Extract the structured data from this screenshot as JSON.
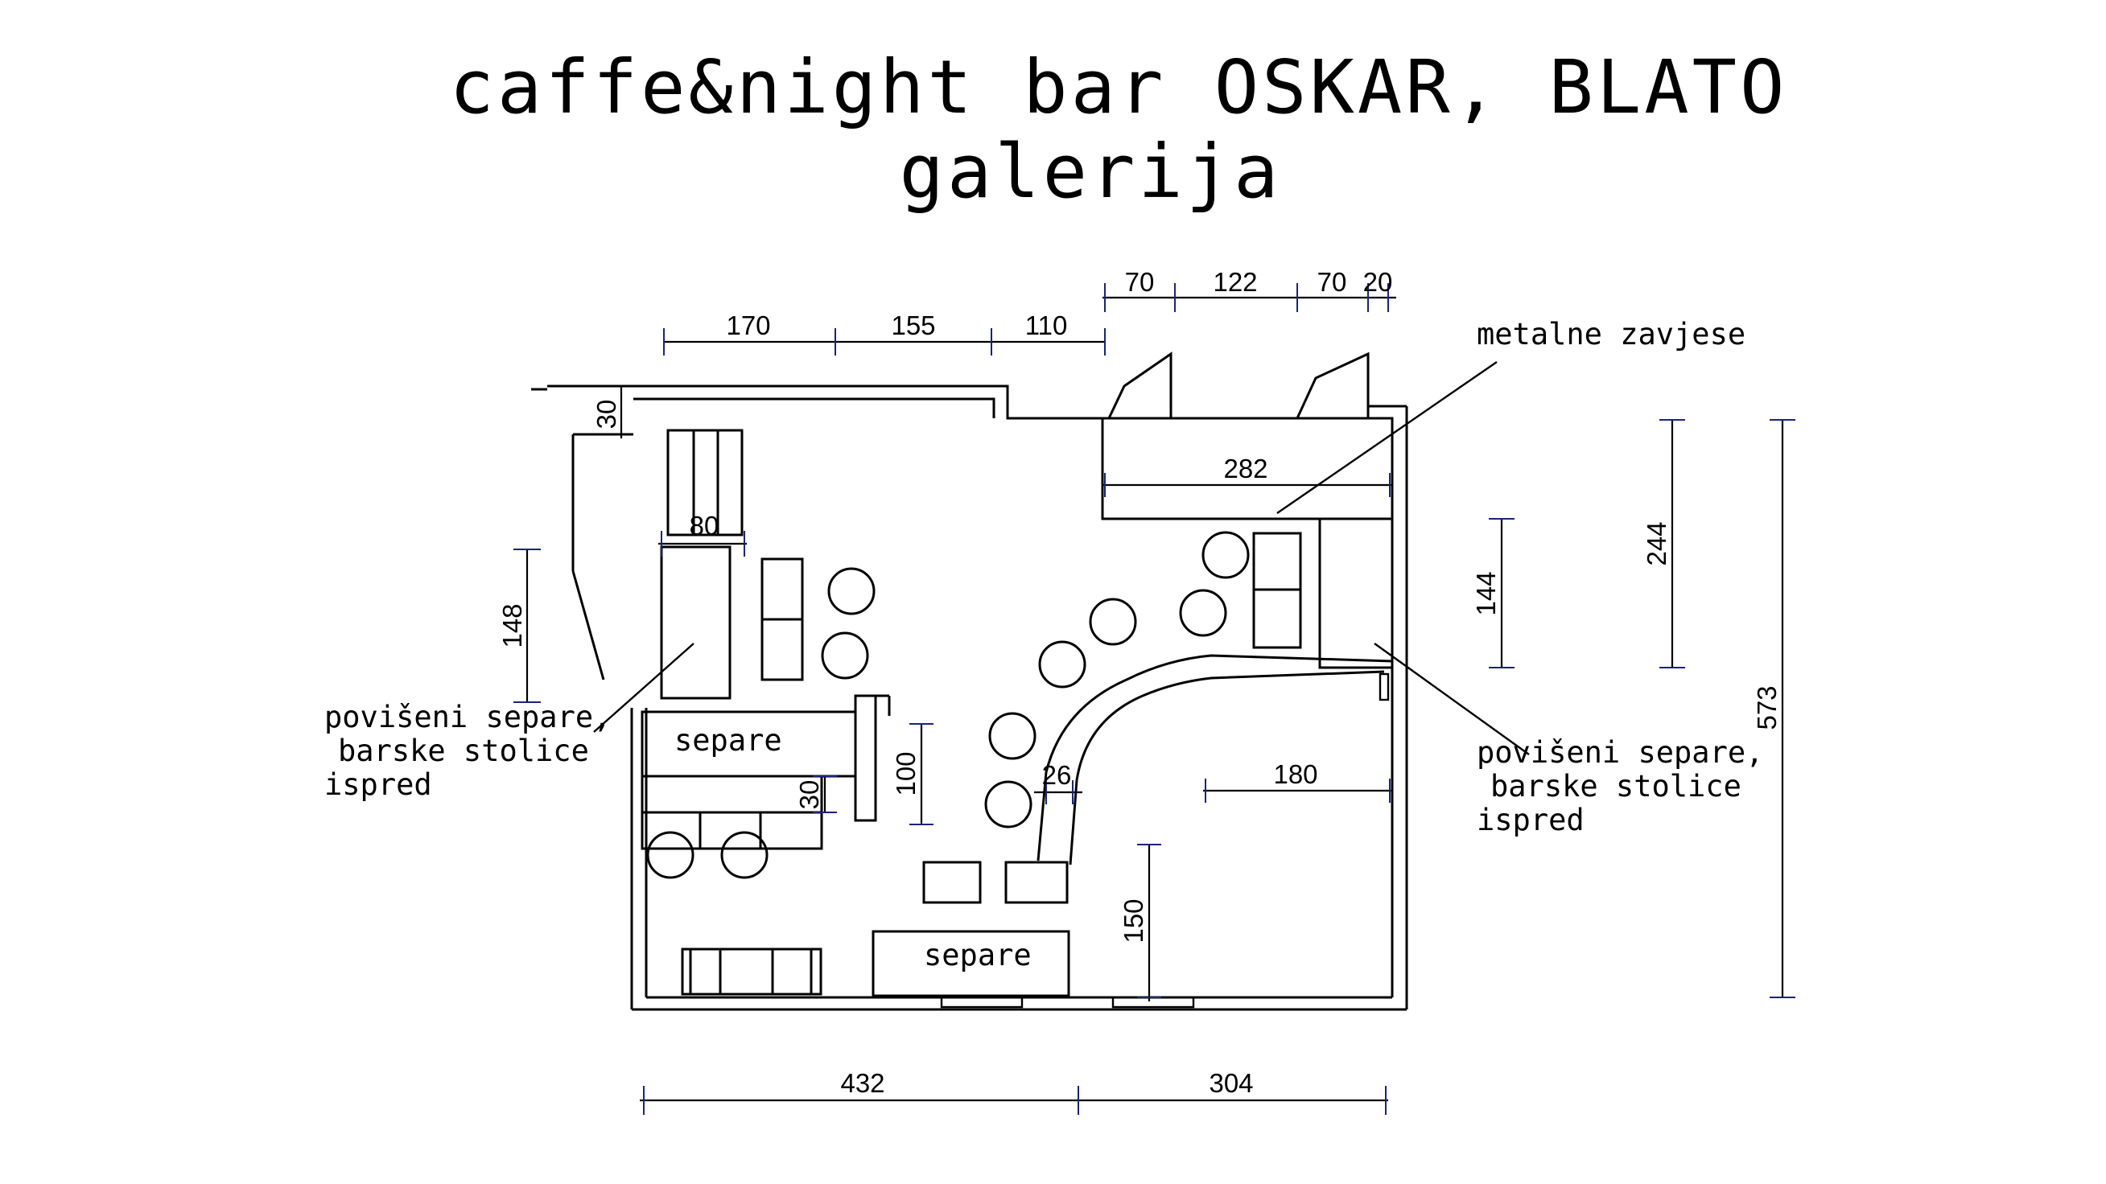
{
  "title": {
    "line1": "caffe&night bar OSKAR, BLATO",
    "line2": "galerija"
  },
  "dimensions": {
    "top_170": "170",
    "top_155": "155",
    "top_110": "110",
    "top_70a": "70",
    "top_122": "122",
    "top_70b": "70",
    "top_20": "20",
    "d_30_top": "30",
    "d_80": "80",
    "d_148": "148",
    "d_282": "282",
    "d_144": "144",
    "d_244": "244",
    "d_573": "573",
    "d_100": "100",
    "d_30_mid": "30",
    "d_26": "26",
    "d_180": "180",
    "d_150": "150",
    "bottom_432": "432",
    "bottom_304": "304"
  },
  "labels": {
    "separe_1": "separe",
    "separe_2": "separe",
    "metal_curtains": "metalne zavjese",
    "left_note": [
      "povišeni separe,",
      "barske stolice",
      "ispred"
    ],
    "right_note": [
      "povišeni separe,",
      "barske stolice",
      "ispred"
    ]
  },
  "colors": {
    "line": "#000000",
    "dimension_tick": "#1a237e",
    "background": "#ffffff"
  }
}
